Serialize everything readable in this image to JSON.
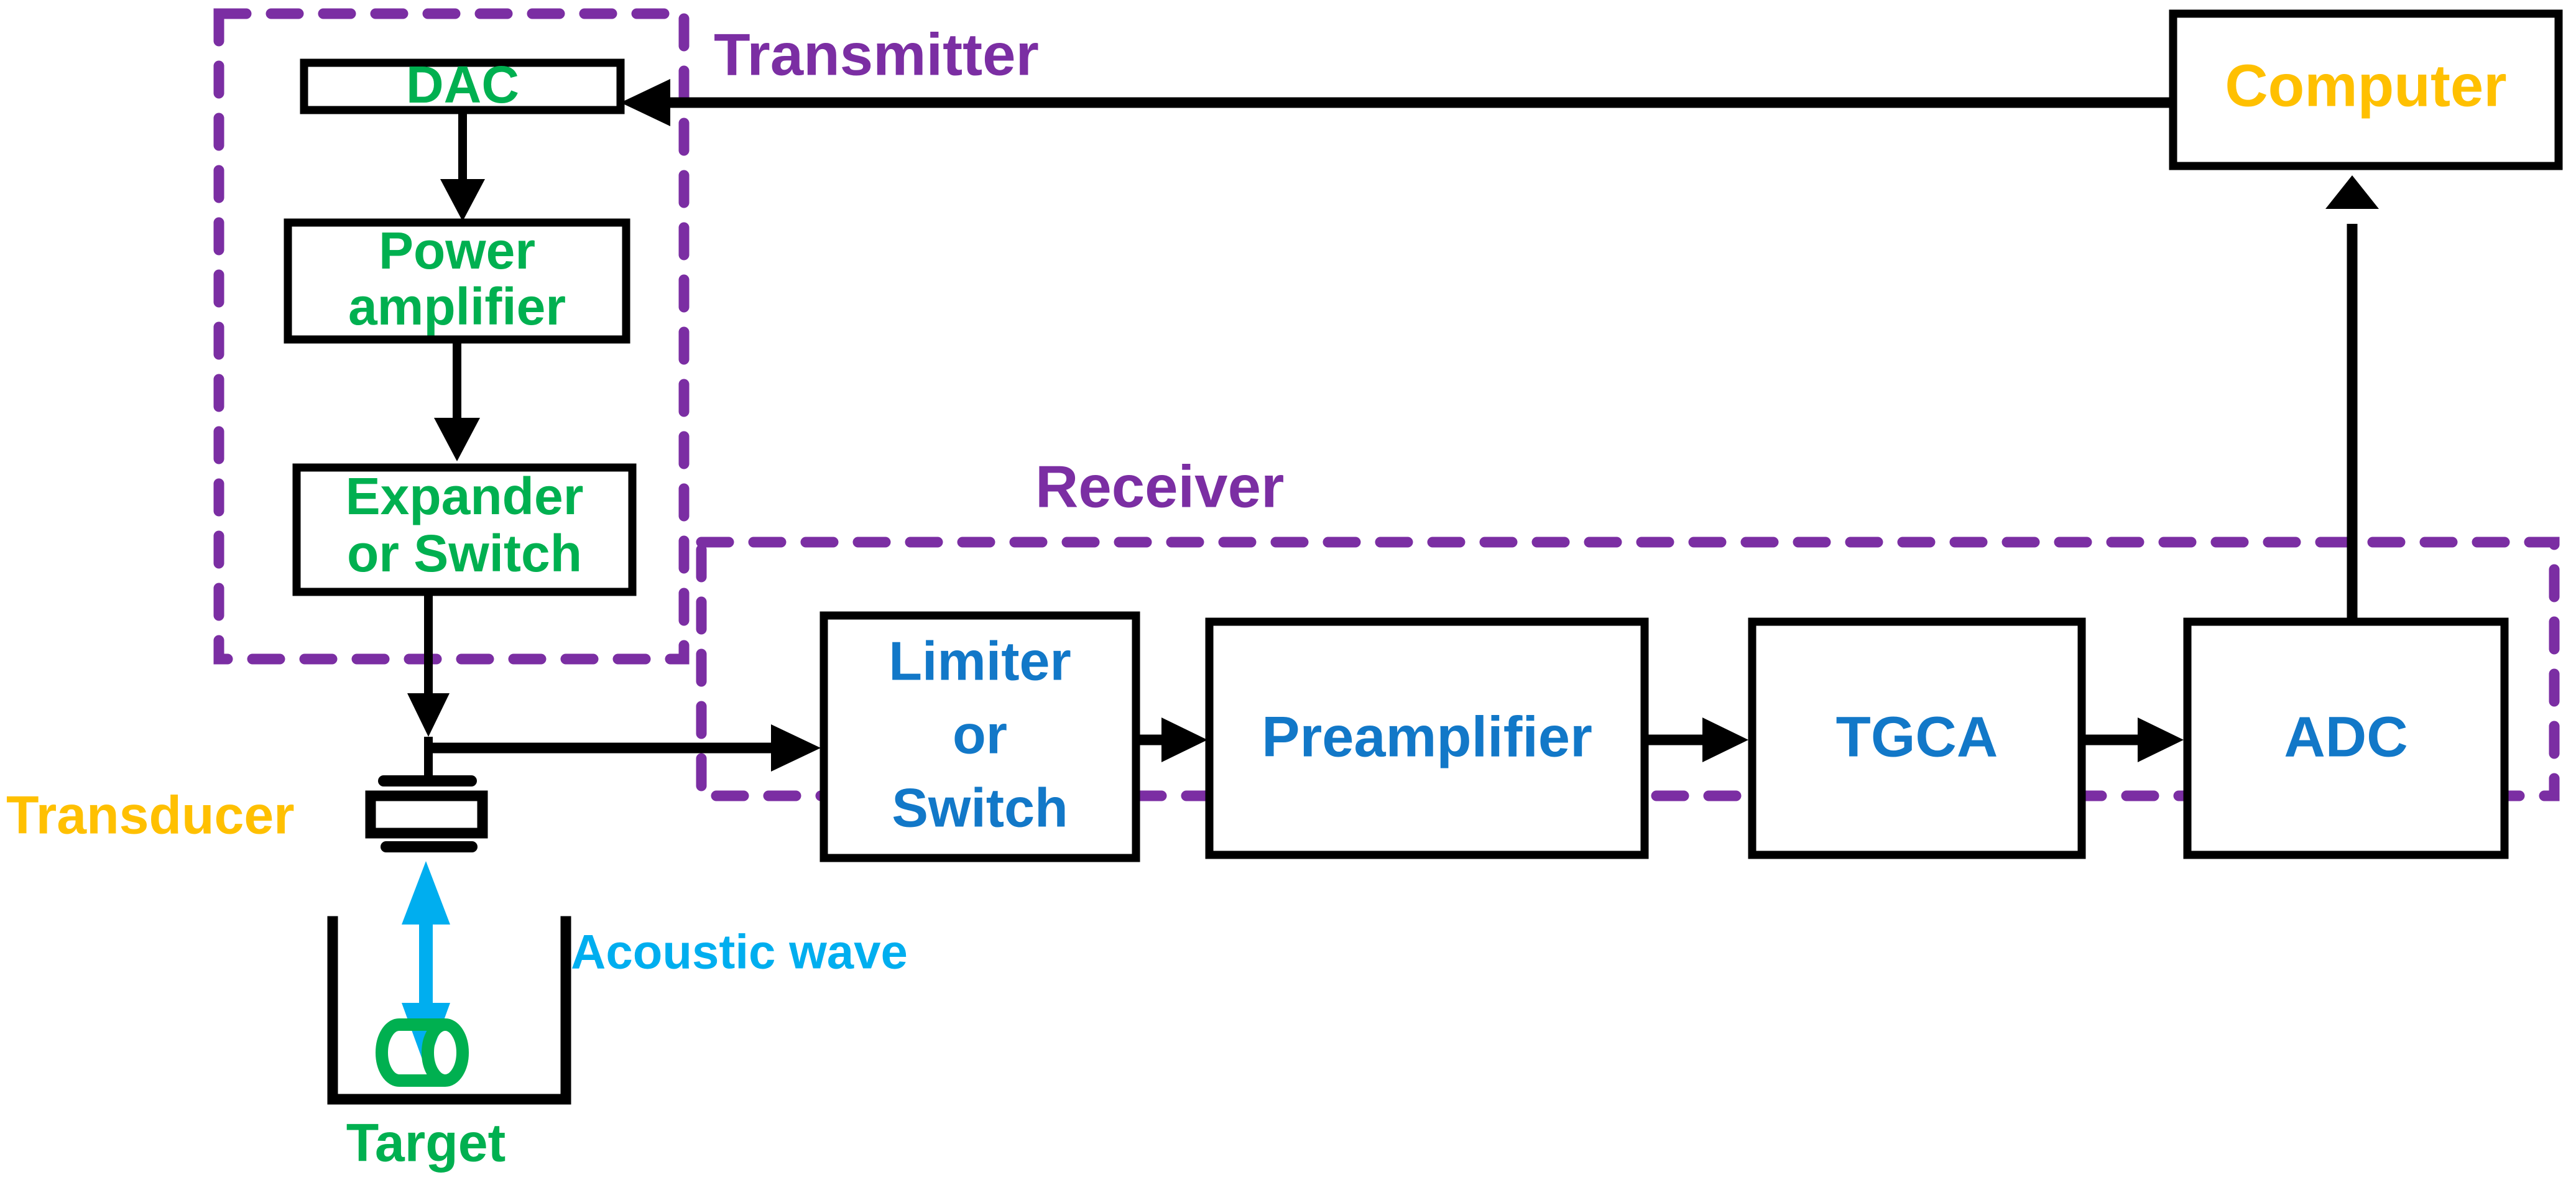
{
  "diagram": {
    "title": "Ultrasound Pulse-Echo System Block Diagram",
    "background": "#FFFFFF"
  },
  "colors": {
    "transmitter_text": "#00B050",
    "receiver_text": "#1278C8",
    "group_border": "#7B2EA3",
    "group_label": "#7B2EA3",
    "computer_text": "#FFC000",
    "transducer_text": "#FFC000",
    "target_text": "#00B050",
    "acoustic_text": "#00AEEF",
    "wire": "#000000",
    "box_border": "#000000",
    "box_fill": "#FFFFFF"
  },
  "groups": [
    {
      "id": "transmitter",
      "label": "Transmitter",
      "color": "#7B2EA3",
      "style": "dashed"
    },
    {
      "id": "receiver",
      "label": "Receiver",
      "color": "#7B2EA3",
      "style": "dashed"
    }
  ],
  "blocks": [
    {
      "id": "dac",
      "label": "DAC",
      "group": "transmitter",
      "color": "#00B050"
    },
    {
      "id": "power-amp-l1",
      "label": "Power",
      "group": "transmitter",
      "color": "#00B050"
    },
    {
      "id": "power-amp-l2",
      "label": "amplifier",
      "group": "transmitter",
      "color": "#00B050"
    },
    {
      "id": "expander-l1",
      "label": "Expander",
      "group": "transmitter",
      "color": "#00B050"
    },
    {
      "id": "expander-l2",
      "label": "or Switch",
      "group": "transmitter",
      "color": "#00B050"
    },
    {
      "id": "limiter-l1",
      "label": "Limiter",
      "group": "receiver",
      "color": "#1278C8"
    },
    {
      "id": "limiter-l2",
      "label": "or",
      "group": "receiver",
      "color": "#1278C8"
    },
    {
      "id": "limiter-l3",
      "label": "Switch",
      "group": "receiver",
      "color": "#1278C8"
    },
    {
      "id": "preamplifier",
      "label": "Preamplifier",
      "group": "receiver",
      "color": "#1278C8"
    },
    {
      "id": "tgca",
      "label": "TGCA",
      "group": "receiver",
      "color": "#1278C8"
    },
    {
      "id": "adc",
      "label": "ADC",
      "group": "receiver",
      "color": "#1278C8"
    },
    {
      "id": "computer",
      "label": "Computer",
      "group": "none",
      "color": "#FFC000"
    }
  ],
  "annotations": [
    {
      "id": "transducer",
      "label": "Transducer",
      "color": "#FFC000"
    },
    {
      "id": "target",
      "label": "Target",
      "color": "#00B050"
    },
    {
      "id": "acoustic-wave",
      "label": "Acoustic wave",
      "color": "#00AEEF"
    }
  ],
  "connections": [
    {
      "from": "computer",
      "to": "dac",
      "direction": "left"
    },
    {
      "from": "dac",
      "to": "power-amp",
      "direction": "down"
    },
    {
      "from": "power-amp",
      "to": "expander",
      "direction": "down"
    },
    {
      "from": "expander",
      "to": "transducer",
      "direction": "down"
    },
    {
      "from": "expander",
      "to": "limiter",
      "direction": "right"
    },
    {
      "from": "limiter",
      "to": "preamplifier",
      "direction": "right"
    },
    {
      "from": "preamplifier",
      "to": "tgca",
      "direction": "right"
    },
    {
      "from": "tgca",
      "to": "adc",
      "direction": "right"
    },
    {
      "from": "adc",
      "to": "computer",
      "direction": "up"
    },
    {
      "from": "transducer",
      "to": "target",
      "direction": "bidirectional",
      "label": "Acoustic wave"
    }
  ]
}
